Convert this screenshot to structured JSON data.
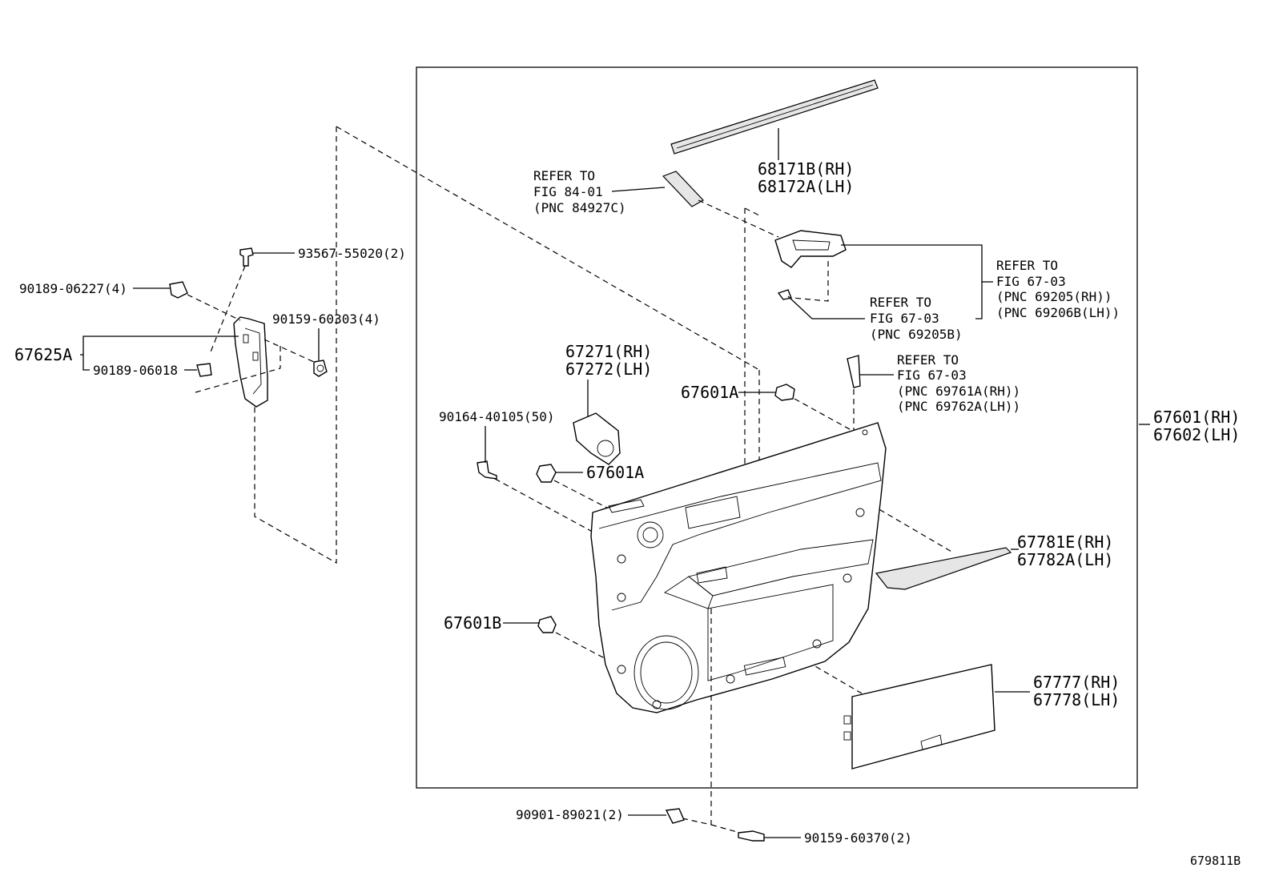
{
  "figure_code": "679811B",
  "labels": {
    "p68171": "68171B(RH)",
    "p68172": "68172A(LH)",
    "refer_84_line1": "REFER TO",
    "refer_84_line2": "FIG 84-01",
    "refer_84_line3": "(PNC 84927C)",
    "refer_6903a_line1": "REFER TO",
    "refer_6903a_line2": "FIG 67-03",
    "refer_6903a_line3": "(PNC 69205(RH))",
    "refer_6903a_line4": "(PNC 69206B(LH))",
    "refer_6903b_line1": "REFER TO",
    "refer_6903b_line2": "FIG 67-03",
    "refer_6903b_line3": "(PNC 69205B)",
    "refer_6903c_line1": "REFER TO",
    "refer_6903c_line2": "FIG 67-03",
    "refer_6903c_line3": "(PNC 69761A(RH))",
    "refer_6903c_line4": "(PNC 69762A(LH))",
    "p93567": "93567-55020(2)",
    "p90189_06227": "90189-06227(4)",
    "p90159_60303": "90159-60303(4)",
    "p67625A": "67625A",
    "p90189_06018": "90189-06018",
    "p67271": "67271(RH)",
    "p67272": "67272(LH)",
    "p67601A_top": "67601A",
    "p90164": "90164-40105(50)",
    "p67601A_mid": "67601A",
    "p67601_rh": "67601(RH)",
    "p67602_lh": "67602(LH)",
    "p67781": "67781E(RH)",
    "p67782": "67782A(LH)",
    "p67601B": "67601B",
    "p67777": "67777(RH)",
    "p67778": "67778(LH)",
    "p90901": "90901-89021(2)",
    "p90159_60370": "90159-60370(2)"
  }
}
